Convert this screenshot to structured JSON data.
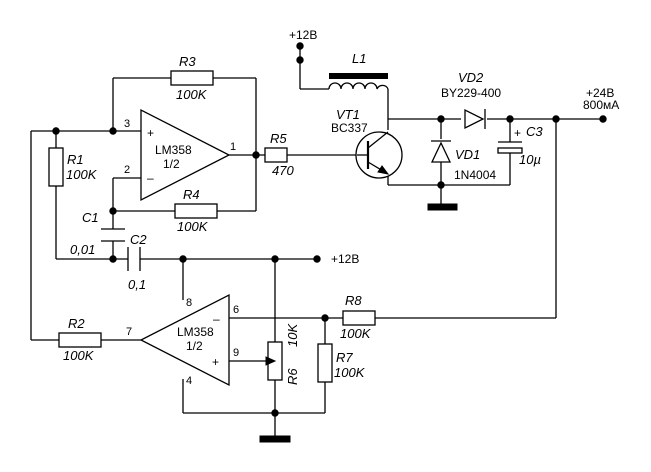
{
  "supplies": {
    "top_12v": "+12В",
    "mid_12v": "+12В",
    "out_v": "+24В",
    "out_i": "800мА"
  },
  "opamp1": {
    "name": "LM358",
    "unit": "1/2",
    "pin_in_plus": "3",
    "pin_in_minus": "2",
    "pin_out": "1",
    "sign_plus": "+",
    "sign_minus": "–"
  },
  "opamp2": {
    "name": "LM358",
    "unit": "1/2",
    "pin_in_minus": "6",
    "pin_in_plus": "9",
    "pin_out": "7",
    "pin_vcc": "8",
    "pin_gnd": "4",
    "sign_plus": "+",
    "sign_minus": "–"
  },
  "components": {
    "R1": {
      "ref": "R1",
      "value": "100K"
    },
    "R2": {
      "ref": "R2",
      "value": "100K"
    },
    "R3": {
      "ref": "R3",
      "value": "100K"
    },
    "R4": {
      "ref": "R4",
      "value": "100K"
    },
    "R5": {
      "ref": "R5",
      "value": "470"
    },
    "R6": {
      "ref": "R6",
      "value": "10K"
    },
    "R7": {
      "ref": "R7",
      "value": "100K"
    },
    "R8": {
      "ref": "R8",
      "value": "100K"
    },
    "C1": {
      "ref": "C1",
      "value": "0,01"
    },
    "C2": {
      "ref": "C2",
      "value": "0,1"
    },
    "C3": {
      "ref": "C3",
      "value": "10µ",
      "polarity": "+"
    },
    "L1": {
      "ref": "L1"
    },
    "VT1": {
      "ref": "VT1",
      "type": "BC337"
    },
    "VD1": {
      "ref": "VD1",
      "type": "1N4004"
    },
    "VD2": {
      "ref": "VD2",
      "type": "BY229-400"
    }
  },
  "colors": {
    "ink": "#000000",
    "background": "#ffffff"
  }
}
